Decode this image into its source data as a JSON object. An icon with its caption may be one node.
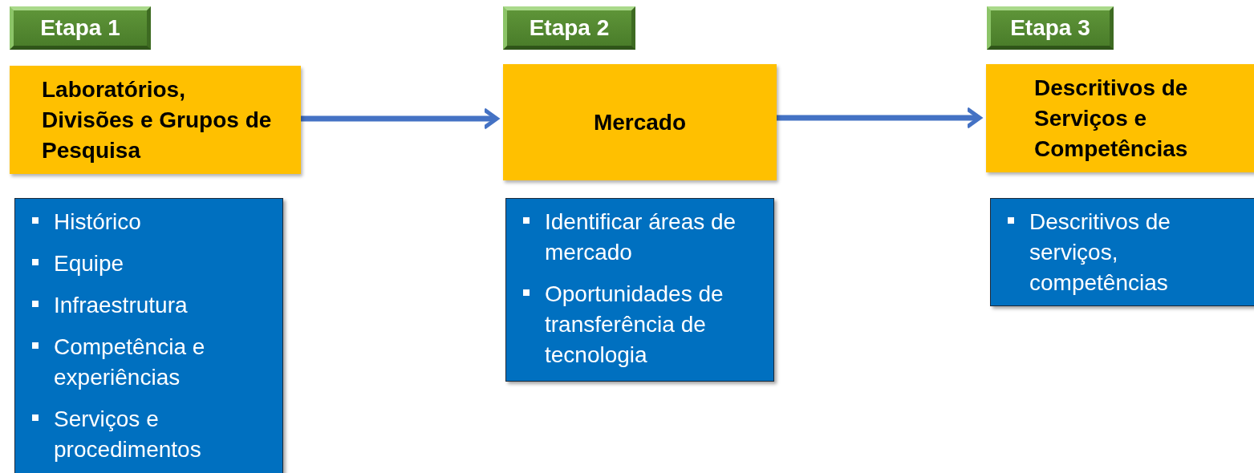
{
  "diagram": {
    "nodes": [
      {
        "text": [
          "Etapa 1"
        ]
      },
      {
        "text": [
          "Laboratórios, Divisões e Grupos de Pesquisa"
        ]
      },
      {
        "text": [
          "Histórico",
          "Equipe",
          "Infraestrutura",
          "Competência e experiências",
          "Serviços e procedimentos"
        ]
      },
      {
        "text": [
          "Etapa 2"
        ]
      },
      {
        "text": [
          "Mercado"
        ]
      },
      {
        "text": [
          "Identificar áreas de mercado",
          "Oportunidades de transferência de tecnologia"
        ]
      },
      {
        "text": [
          "Etapa 3"
        ]
      },
      {
        "text": [
          "Descritivos de Serviços e Competências"
        ]
      },
      {
        "text": [
          "Descritivos de serviços, competências"
        ]
      }
    ],
    "edges": [
      {
        "from": 1,
        "to": 4,
        "arrow": "to"
      },
      {
        "from": 4,
        "to": 7,
        "arrow": "to"
      }
    ]
  }
}
